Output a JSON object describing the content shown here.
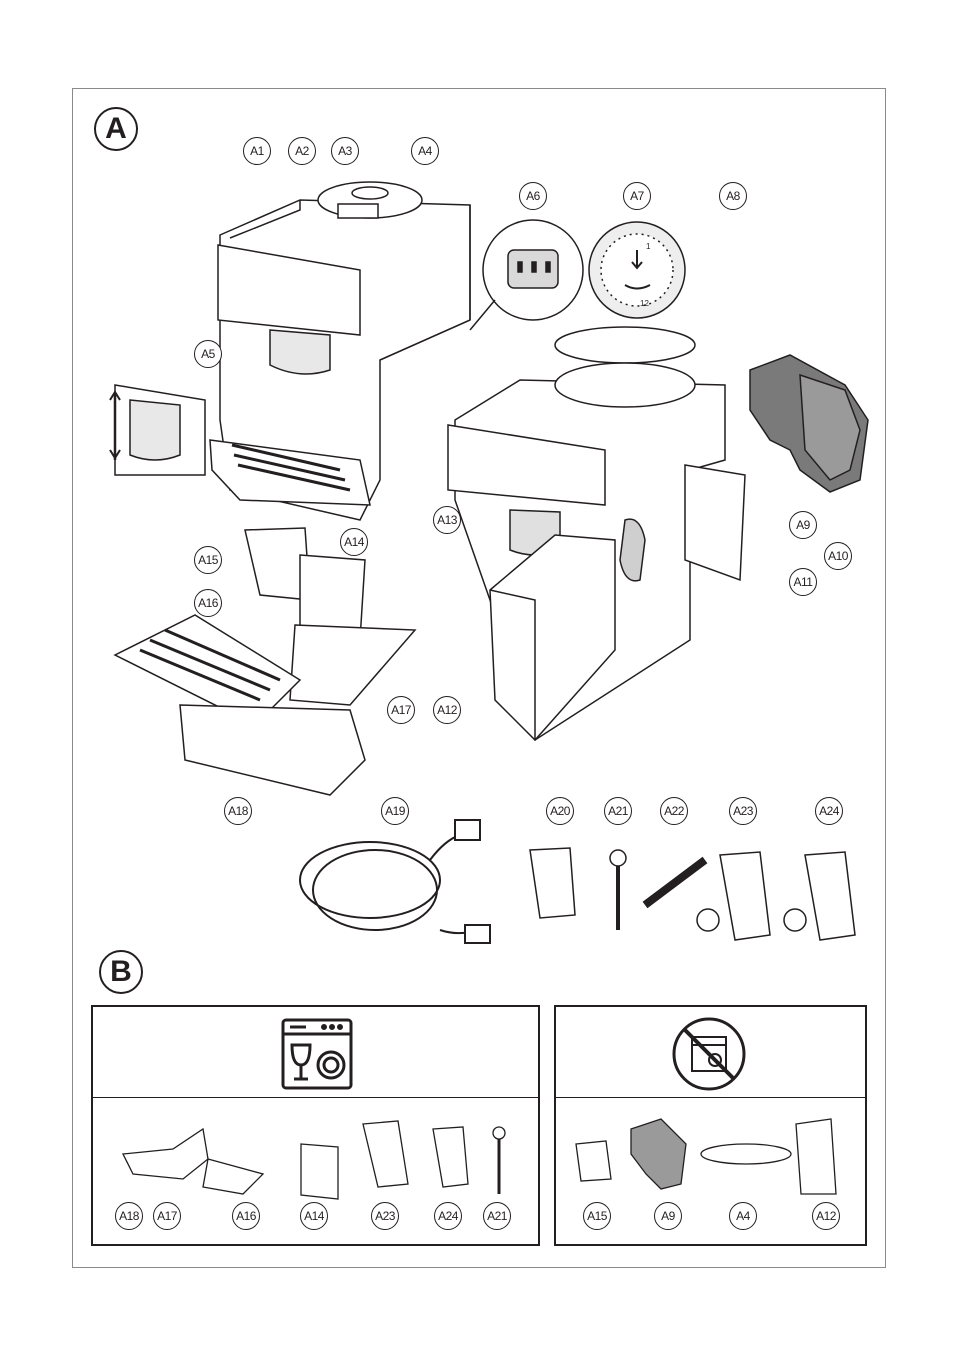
{
  "sections": {
    "a": "A",
    "b": "B"
  },
  "section_a_labels": [
    "A1",
    "A2",
    "A3",
    "A4",
    "A5",
    "A6",
    "A7",
    "A8",
    "A9",
    "A10",
    "A11",
    "A12",
    "A13",
    "A14",
    "A15",
    "A16",
    "A17",
    "A18",
    "A19",
    "A20",
    "A21",
    "A22",
    "A23",
    "A24"
  ],
  "section_b": {
    "dishwasher_safe_labels": [
      "A18",
      "A17",
      "A16",
      "A14",
      "A23",
      "A24",
      "A21"
    ],
    "not_dishwasher_safe_labels": [
      "A15",
      "A9",
      "A4",
      "A12"
    ],
    "icons": {
      "dishwasher": "dishwasher-safe-icon",
      "no_dishwasher": "not-dishwasher-safe-icon"
    }
  },
  "dial_marks": {
    "top": "1",
    "bottom": "12"
  }
}
